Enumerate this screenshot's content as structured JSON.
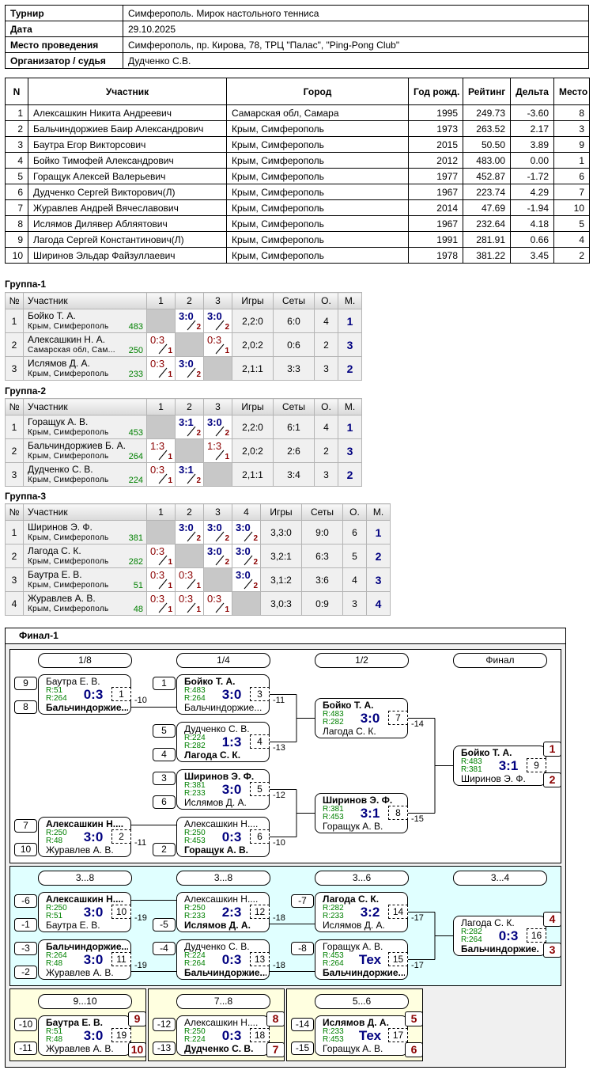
{
  "info": [
    {
      "k": "Турнир",
      "v": "Симферополь. Мирок настольного тенниса"
    },
    {
      "k": "Дата",
      "v": "29.10.2025"
    },
    {
      "k": "Место проведения",
      "v": "Симферополь, пр. Кирова, 78, ТРЦ \"Палас\", \"Ping-Pong Club\""
    },
    {
      "k": "Организатор / судья",
      "v": "Дудченко С.В."
    }
  ],
  "participants": {
    "headers": [
      "N",
      "Участник",
      "Город",
      "Год рожд.",
      "Рейтинг",
      "Дельта",
      "Место"
    ],
    "rows": [
      [
        "1",
        "Алексашкин Никита Андреевич",
        "Самарская обл, Самара",
        "1995",
        "249.73",
        "-3.60",
        "8"
      ],
      [
        "2",
        "Бальчиндоржиев Баир Александрович",
        "Крым, Симферополь",
        "1973",
        "263.52",
        "2.17",
        "3"
      ],
      [
        "3",
        "Баутра Егор Викторсович",
        "Крым, Симферополь",
        "2015",
        "50.50",
        "3.89",
        "9"
      ],
      [
        "4",
        "Бойко Тимофей Александрович",
        "Крым, Симферополь",
        "2012",
        "483.00",
        "0.00",
        "1"
      ],
      [
        "5",
        "Горащук Алексей Валерьевич",
        "Крым, Симферополь",
        "1977",
        "452.87",
        "-1.72",
        "6"
      ],
      [
        "6",
        "Дудченко Сергей Викторович(Л)",
        "Крым, Симферополь",
        "1967",
        "223.74",
        "4.29",
        "7"
      ],
      [
        "7",
        "Журавлев Андрей Вячеславович",
        "Крым, Симферополь",
        "2014",
        "47.69",
        "-1.94",
        "10"
      ],
      [
        "8",
        "Ислямов Дилявер Абляятович",
        "Крым, Симферополь",
        "1967",
        "232.64",
        "4.18",
        "5"
      ],
      [
        "9",
        "Лагода Сергей Константинович(Л)",
        "Крым, Симферополь",
        "1991",
        "281.91",
        "0.66",
        "4"
      ],
      [
        "10",
        "Ширинов Эльдар Файзуллаевич",
        "Крым, Симферополь",
        "1978",
        "381.22",
        "3.45",
        "2"
      ]
    ]
  },
  "groups": [
    {
      "title": "Группа-1",
      "headers": [
        "№",
        "Участник",
        "1",
        "2",
        "3",
        "Игры",
        "Сеты",
        "О.",
        "М."
      ],
      "rows": [
        {
          "n": "1",
          "name": "Бойко Т. А.",
          "city": "Крым, Симферополь",
          "rating": "483",
          "cells": [
            null,
            {
              "s": "3:0",
              "n": "2",
              "w": true
            },
            {
              "s": "3:0",
              "n": "2",
              "w": true
            }
          ],
          "games": "2,2:0",
          "sets": "6:0",
          "pts": "4",
          "place": "1"
        },
        {
          "n": "2",
          "name": "Алексашкин Н. А.",
          "city": "Самарская обл, Сам...",
          "rating": "250",
          "cells": [
            {
              "s": "0:3",
              "n": "1",
              "w": false
            },
            null,
            {
              "s": "0:3",
              "n": "1",
              "w": false
            }
          ],
          "games": "2,0:2",
          "sets": "0:6",
          "pts": "2",
          "place": "3"
        },
        {
          "n": "3",
          "name": "Ислямов Д. А.",
          "city": "Крым, Симферополь",
          "rating": "233",
          "cells": [
            {
              "s": "0:3",
              "n": "1",
              "w": false
            },
            {
              "s": "3:0",
              "n": "2",
              "w": true
            },
            null
          ],
          "games": "2,1:1",
          "sets": "3:3",
          "pts": "3",
          "place": "2"
        }
      ]
    },
    {
      "title": "Группа-2",
      "headers": [
        "№",
        "Участник",
        "1",
        "2",
        "3",
        "Игры",
        "Сеты",
        "О.",
        "М."
      ],
      "rows": [
        {
          "n": "1",
          "name": "Горащук А. В.",
          "city": "Крым, Симферополь",
          "rating": "453",
          "cells": [
            null,
            {
              "s": "3:1",
              "n": "2",
              "w": true
            },
            {
              "s": "3:0",
              "n": "2",
              "w": true
            }
          ],
          "games": "2,2:0",
          "sets": "6:1",
          "pts": "4",
          "place": "1"
        },
        {
          "n": "2",
          "name": "Бальчиндоржиев Б. А.",
          "city": "Крым, Симферополь",
          "rating": "264",
          "cells": [
            {
              "s": "1:3",
              "n": "1",
              "w": false
            },
            null,
            {
              "s": "1:3",
              "n": "1",
              "w": false
            }
          ],
          "games": "2,0:2",
          "sets": "2:6",
          "pts": "2",
          "place": "3"
        },
        {
          "n": "3",
          "name": "Дудченко С. В.",
          "city": "Крым, Симферополь",
          "rating": "224",
          "cells": [
            {
              "s": "0:3",
              "n": "1",
              "w": false
            },
            {
              "s": "3:1",
              "n": "2",
              "w": true
            },
            null
          ],
          "games": "2,1:1",
          "sets": "3:4",
          "pts": "3",
          "place": "2"
        }
      ]
    },
    {
      "title": "Группа-3",
      "headers": [
        "№",
        "Участник",
        "1",
        "2",
        "3",
        "4",
        "Игры",
        "Сеты",
        "О.",
        "М."
      ],
      "rows": [
        {
          "n": "1",
          "name": "Ширинов Э. Ф.",
          "city": "Крым, Симферополь",
          "rating": "381",
          "cells": [
            null,
            {
              "s": "3:0",
              "n": "2",
              "w": true
            },
            {
              "s": "3:0",
              "n": "2",
              "w": true
            },
            {
              "s": "3:0",
              "n": "2",
              "w": true
            }
          ],
          "games": "3,3:0",
          "sets": "9:0",
          "pts": "6",
          "place": "1"
        },
        {
          "n": "2",
          "name": "Лагода С. К.",
          "city": "Крым, Симферополь",
          "rating": "282",
          "cells": [
            {
              "s": "0:3",
              "n": "1",
              "w": false
            },
            null,
            {
              "s": "3:0",
              "n": "2",
              "w": true
            },
            {
              "s": "3:0",
              "n": "2",
              "w": true
            }
          ],
          "games": "3,2:1",
          "sets": "6:3",
          "pts": "5",
          "place": "2"
        },
        {
          "n": "3",
          "name": "Баутра Е. В.",
          "city": "Крым, Симферополь",
          "rating": "51",
          "cells": [
            {
              "s": "0:3",
              "n": "1",
              "w": false
            },
            {
              "s": "0:3",
              "n": "1",
              "w": false
            },
            null,
            {
              "s": "3:0",
              "n": "2",
              "w": true
            }
          ],
          "games": "3,1:2",
          "sets": "3:6",
          "pts": "4",
          "place": "3"
        },
        {
          "n": "4",
          "name": "Журавлев А. В.",
          "city": "Крым, Симферополь",
          "rating": "48",
          "cells": [
            {
              "s": "0:3",
              "n": "1",
              "w": false
            },
            {
              "s": "0:3",
              "n": "1",
              "w": false
            },
            {
              "s": "0:3",
              "n": "1",
              "w": false
            },
            null
          ],
          "games": "3,0:3",
          "sets": "0:9",
          "pts": "3",
          "place": "4"
        }
      ]
    }
  ],
  "final": {
    "title": "Финал-1",
    "rounds": [
      "1/8",
      "1/4",
      "1/2",
      "Финал",
      "3...8",
      "3...8",
      "3...6",
      "3...4",
      "9...10",
      "7...8",
      "5...6"
    ],
    "matches": [
      {
        "id": "1",
        "top": "Баутра Е. В.",
        "tr": "R:51",
        "bot": "Бальчиндоржие...",
        "br": "R:264",
        "win": "bot",
        "score": "0:3",
        "seeds": [
          "9",
          "8"
        ],
        "loser": "-10"
      },
      {
        "id": "2",
        "top": "Алексашкин Н....",
        "tr": "R:250",
        "bot": "Журавлев А. В.",
        "br": "R:48",
        "win": "top",
        "score": "3:0",
        "seeds": [
          "7",
          "10"
        ],
        "loser": "-11"
      },
      {
        "id": "3",
        "top": "Бойко Т. А.",
        "tr": "R:483",
        "bot": "Бальчиндоржие...",
        "br": "R:264",
        "win": "top",
        "score": "3:0",
        "seeds": [
          "1",
          null
        ],
        "loser": "-11"
      },
      {
        "id": "4",
        "top": "Дудченко С. В.",
        "tr": "R:224",
        "bot": "Лагода С. К.",
        "br": "R:282",
        "win": "bot",
        "score": "1:3",
        "seeds": [
          "5",
          "4"
        ],
        "loser": "-13"
      },
      {
        "id": "5",
        "top": "Ширинов Э. Ф.",
        "tr": "R:381",
        "bot": "Ислямов Д. А.",
        "br": "R:233",
        "win": "top",
        "score": "3:0",
        "seeds": [
          "3",
          "6"
        ],
        "loser": "-12"
      },
      {
        "id": "6",
        "top": "Алексашкин Н....",
        "tr": "R:250",
        "bot": "Горащук А. В.",
        "br": "R:453",
        "win": "bot",
        "score": "0:3",
        "seeds": [
          null,
          "2"
        ],
        "loser": "-10"
      },
      {
        "id": "7",
        "top": "Бойко Т. А.",
        "tr": "R:483",
        "bot": "Лагода С. К.",
        "br": "R:282",
        "win": "top",
        "score": "3:0",
        "seeds": [
          null,
          null
        ],
        "loser": "-14"
      },
      {
        "id": "8",
        "top": "Ширинов Э. Ф.",
        "tr": "R:381",
        "bot": "Горащук А. В.",
        "br": "R:453",
        "win": "top",
        "score": "3:1",
        "seeds": [
          null,
          null
        ],
        "loser": "-15"
      },
      {
        "id": "9",
        "top": "Бойко Т. А.",
        "tr": "R:483",
        "bot": "Ширинов Э. Ф.",
        "br": "R:381",
        "win": "top",
        "score": "3:1",
        "seeds": [
          null,
          null
        ],
        "places": [
          "1",
          "2"
        ]
      },
      {
        "id": "10",
        "top": "Алексашкин Н....",
        "tr": "R:250",
        "bot": "Баутра Е. В.",
        "br": "R:51",
        "win": "top",
        "score": "3:0",
        "seeds": [
          "-6",
          "-1"
        ],
        "loser": "-19"
      },
      {
        "id": "11",
        "top": "Бальчиндоржие...",
        "tr": "R:264",
        "bot": "Журавлев А. В.",
        "br": "R:48",
        "win": "top",
        "score": "3:0",
        "seeds": [
          "-3",
          "-2"
        ],
        "loser": "-19"
      },
      {
        "id": "12",
        "top": "Алексашкин Н....",
        "tr": "R:250",
        "bot": "Ислямов Д. А.",
        "br": "R:233",
        "win": "bot",
        "score": "2:3",
        "seeds": [
          null,
          "-5"
        ],
        "loser": "-18"
      },
      {
        "id": "13",
        "top": "Дудченко С. В.",
        "tr": "R:224",
        "bot": "Бальчиндоржие...",
        "br": "R:264",
        "win": "bot",
        "score": "0:3",
        "seeds": [
          "-4",
          null
        ],
        "loser": "-18"
      },
      {
        "id": "14",
        "top": "Лагода С. К.",
        "tr": "R:282",
        "bot": "Ислямов Д. А.",
        "br": "R:233",
        "win": "top",
        "score": "3:2",
        "seeds": [
          "-7",
          null
        ],
        "loser": "-17"
      },
      {
        "id": "15",
        "top": "Горащук А. В.",
        "tr": "R:453",
        "bot": "Бальчиндоржие...",
        "br": "R:264",
        "win": "bot",
        "score": "Тех",
        "seeds": [
          "-8",
          null
        ],
        "loser": "-17"
      },
      {
        "id": "16",
        "top": "Лагода С. К.",
        "tr": "R:282",
        "bot": "Бальчиндоржие.",
        "br": "R:264",
        "win": "bot",
        "score": "0:3",
        "seeds": [
          null,
          null
        ],
        "places": [
          "4",
          "3"
        ]
      },
      {
        "id": "19",
        "top": "Баутра Е. В.",
        "tr": "R:51",
        "bot": "Журавлев А. В.",
        "br": "R:48",
        "win": "top",
        "score": "3:0",
        "seeds": [
          "-10",
          "-11"
        ],
        "places": [
          "9",
          "10"
        ]
      },
      {
        "id": "18",
        "top": "Алексашкин Н....",
        "tr": "R:250",
        "bot": "Дудченко С. В.",
        "br": "R:224",
        "win": "bot",
        "score": "0:3",
        "seeds": [
          "-12",
          "-13"
        ],
        "places": [
          "8",
          "7"
        ]
      },
      {
        "id": "17",
        "top": "Ислямов Д. А.",
        "tr": "R:233",
        "bot": "Горащук А. В.",
        "br": "R:453",
        "win": "top",
        "score": "Тех",
        "seeds": [
          "-14",
          "-15"
        ],
        "places": [
          "5",
          "6"
        ]
      }
    ]
  },
  "colors": {
    "win": "#000080",
    "loss": "#8b0000",
    "rating": "#008000",
    "consolation": "#e0ffff",
    "placement": "#ffffe0"
  }
}
